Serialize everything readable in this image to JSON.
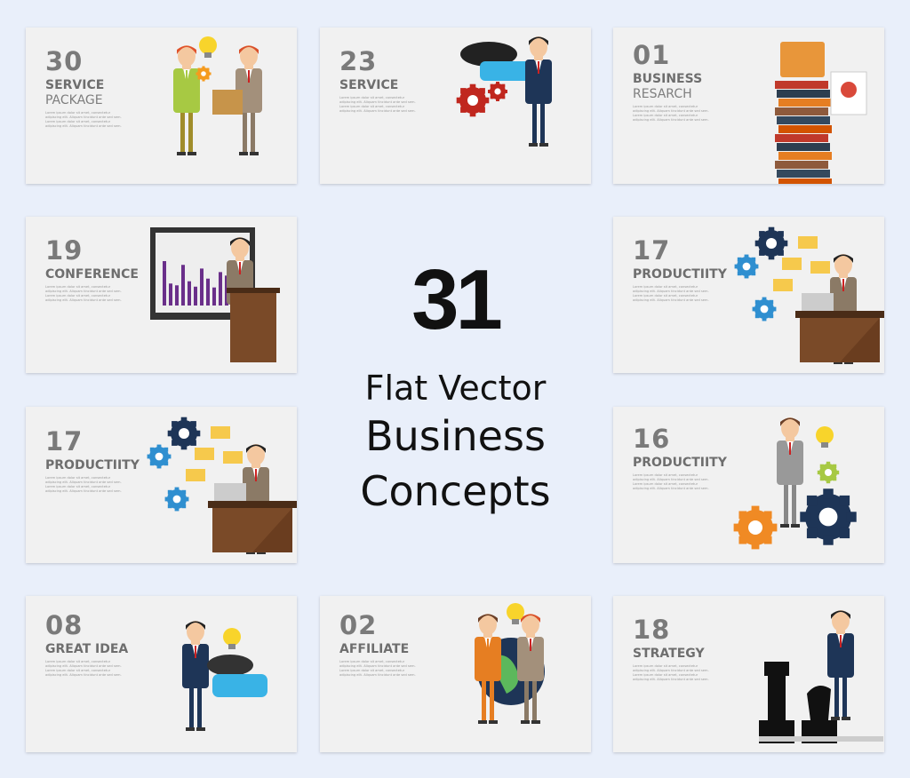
{
  "headline": {
    "number": "31",
    "line1": "Flat Vector",
    "line2": "Business",
    "line3": "Concepts"
  },
  "lorem": "Lorem ipsum dolor sit amet, consectetur adipiscing elit. Aliquam tincidunt ante sed sem. Lorem ipsum dolor sit amet, consectetur adipiscing elit. Aliquam tincidunt ante sed sem.",
  "cards": [
    {
      "number": "30",
      "title": "SERVICE",
      "subtitle": "PACKAGE",
      "illustration": "service-package"
    },
    {
      "number": "23",
      "title": "SERVICE",
      "subtitle": "",
      "illustration": "service"
    },
    {
      "number": "01",
      "title": "BUSINESS",
      "subtitle": "RESARCH",
      "illustration": "business-research"
    },
    {
      "number": "19",
      "title": "CONFERENCE",
      "subtitle": "",
      "illustration": "conference"
    },
    {
      "number": "17",
      "title": "PRODUCTIITY",
      "subtitle": "",
      "illustration": "productivity-desk"
    },
    {
      "number": "17",
      "title": "PRODUCTIITY",
      "subtitle": "",
      "illustration": "productivity-desk"
    },
    {
      "number": "16",
      "title": "PRODUCTIITY",
      "subtitle": "",
      "illustration": "productivity-gears"
    },
    {
      "number": "08",
      "title": "GREAT IDEA",
      "subtitle": "",
      "illustration": "great-idea"
    },
    {
      "number": "02",
      "title": "AFFILIATE",
      "subtitle": "",
      "illustration": "affiliate"
    },
    {
      "number": "18",
      "title": "STRATEGY",
      "subtitle": "",
      "illustration": "strategy"
    }
  ]
}
